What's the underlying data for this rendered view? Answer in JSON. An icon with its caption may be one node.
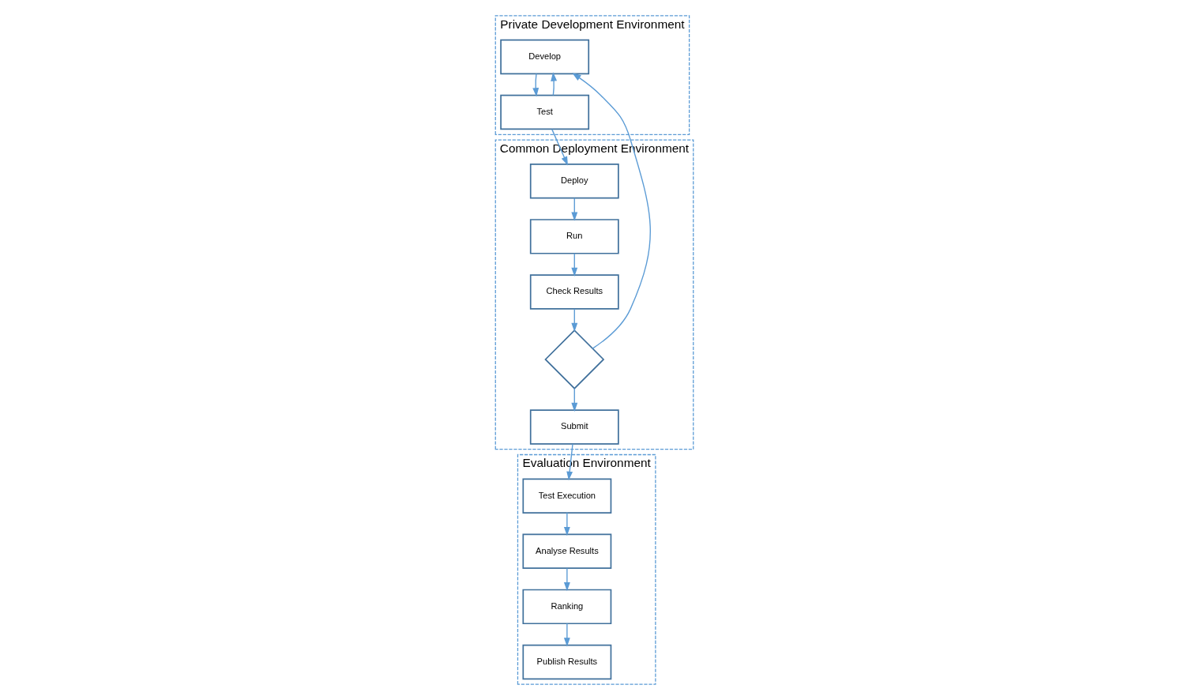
{
  "diagram": {
    "nodes": [
      {
        "text": [
          "Private Development Environment"
        ]
      },
      {
        "text": [
          "Develop"
        ],
        "in": 0
      },
      {
        "text": [
          "Test"
        ],
        "in": 0
      },
      {
        "text": [
          "Common Deployment Environment"
        ]
      },
      {
        "text": [
          "Deploy"
        ],
        "in": 3
      },
      {
        "text": [
          "Run"
        ],
        "in": 3
      },
      {
        "text": [
          "Check Results"
        ],
        "in": 3
      },
      {
        "text": [],
        "shape": "diamond",
        "in": 3
      },
      {
        "text": [
          "Submit"
        ],
        "in": 3
      },
      {
        "text": [
          "Evaluation Environment"
        ]
      },
      {
        "text": [
          "Test Execution"
        ],
        "in": 9
      },
      {
        "text": [
          "Analyse Results"
        ],
        "in": 9
      },
      {
        "text": [
          "Ranking"
        ],
        "in": 9
      },
      {
        "text": [
          "Publish Results"
        ],
        "in": 9
      }
    ],
    "edges": [
      {
        "from": 1,
        "to": 2,
        "arrow": "to"
      },
      {
        "from": 2,
        "to": 4,
        "arrow": "to"
      },
      {
        "from": 4,
        "to": 5,
        "arrow": "to"
      },
      {
        "from": 5,
        "to": 6,
        "arrow": "to"
      },
      {
        "from": 6,
        "to": 7,
        "arrow": "to"
      },
      {
        "from": 7,
        "to": 8,
        "arrow": "to"
      },
      {
        "from": 7,
        "to": 1,
        "arrow": "to"
      },
      {
        "from": 2,
        "to": 1,
        "arrow": "to"
      },
      {
        "from": 8,
        "to": 10,
        "arrow": "to"
      },
      {
        "from": 10,
        "to": 11,
        "arrow": "to"
      },
      {
        "from": 11,
        "to": 12,
        "arrow": "to"
      },
      {
        "from": 12,
        "to": 13,
        "arrow": "to"
      }
    ]
  }
}
